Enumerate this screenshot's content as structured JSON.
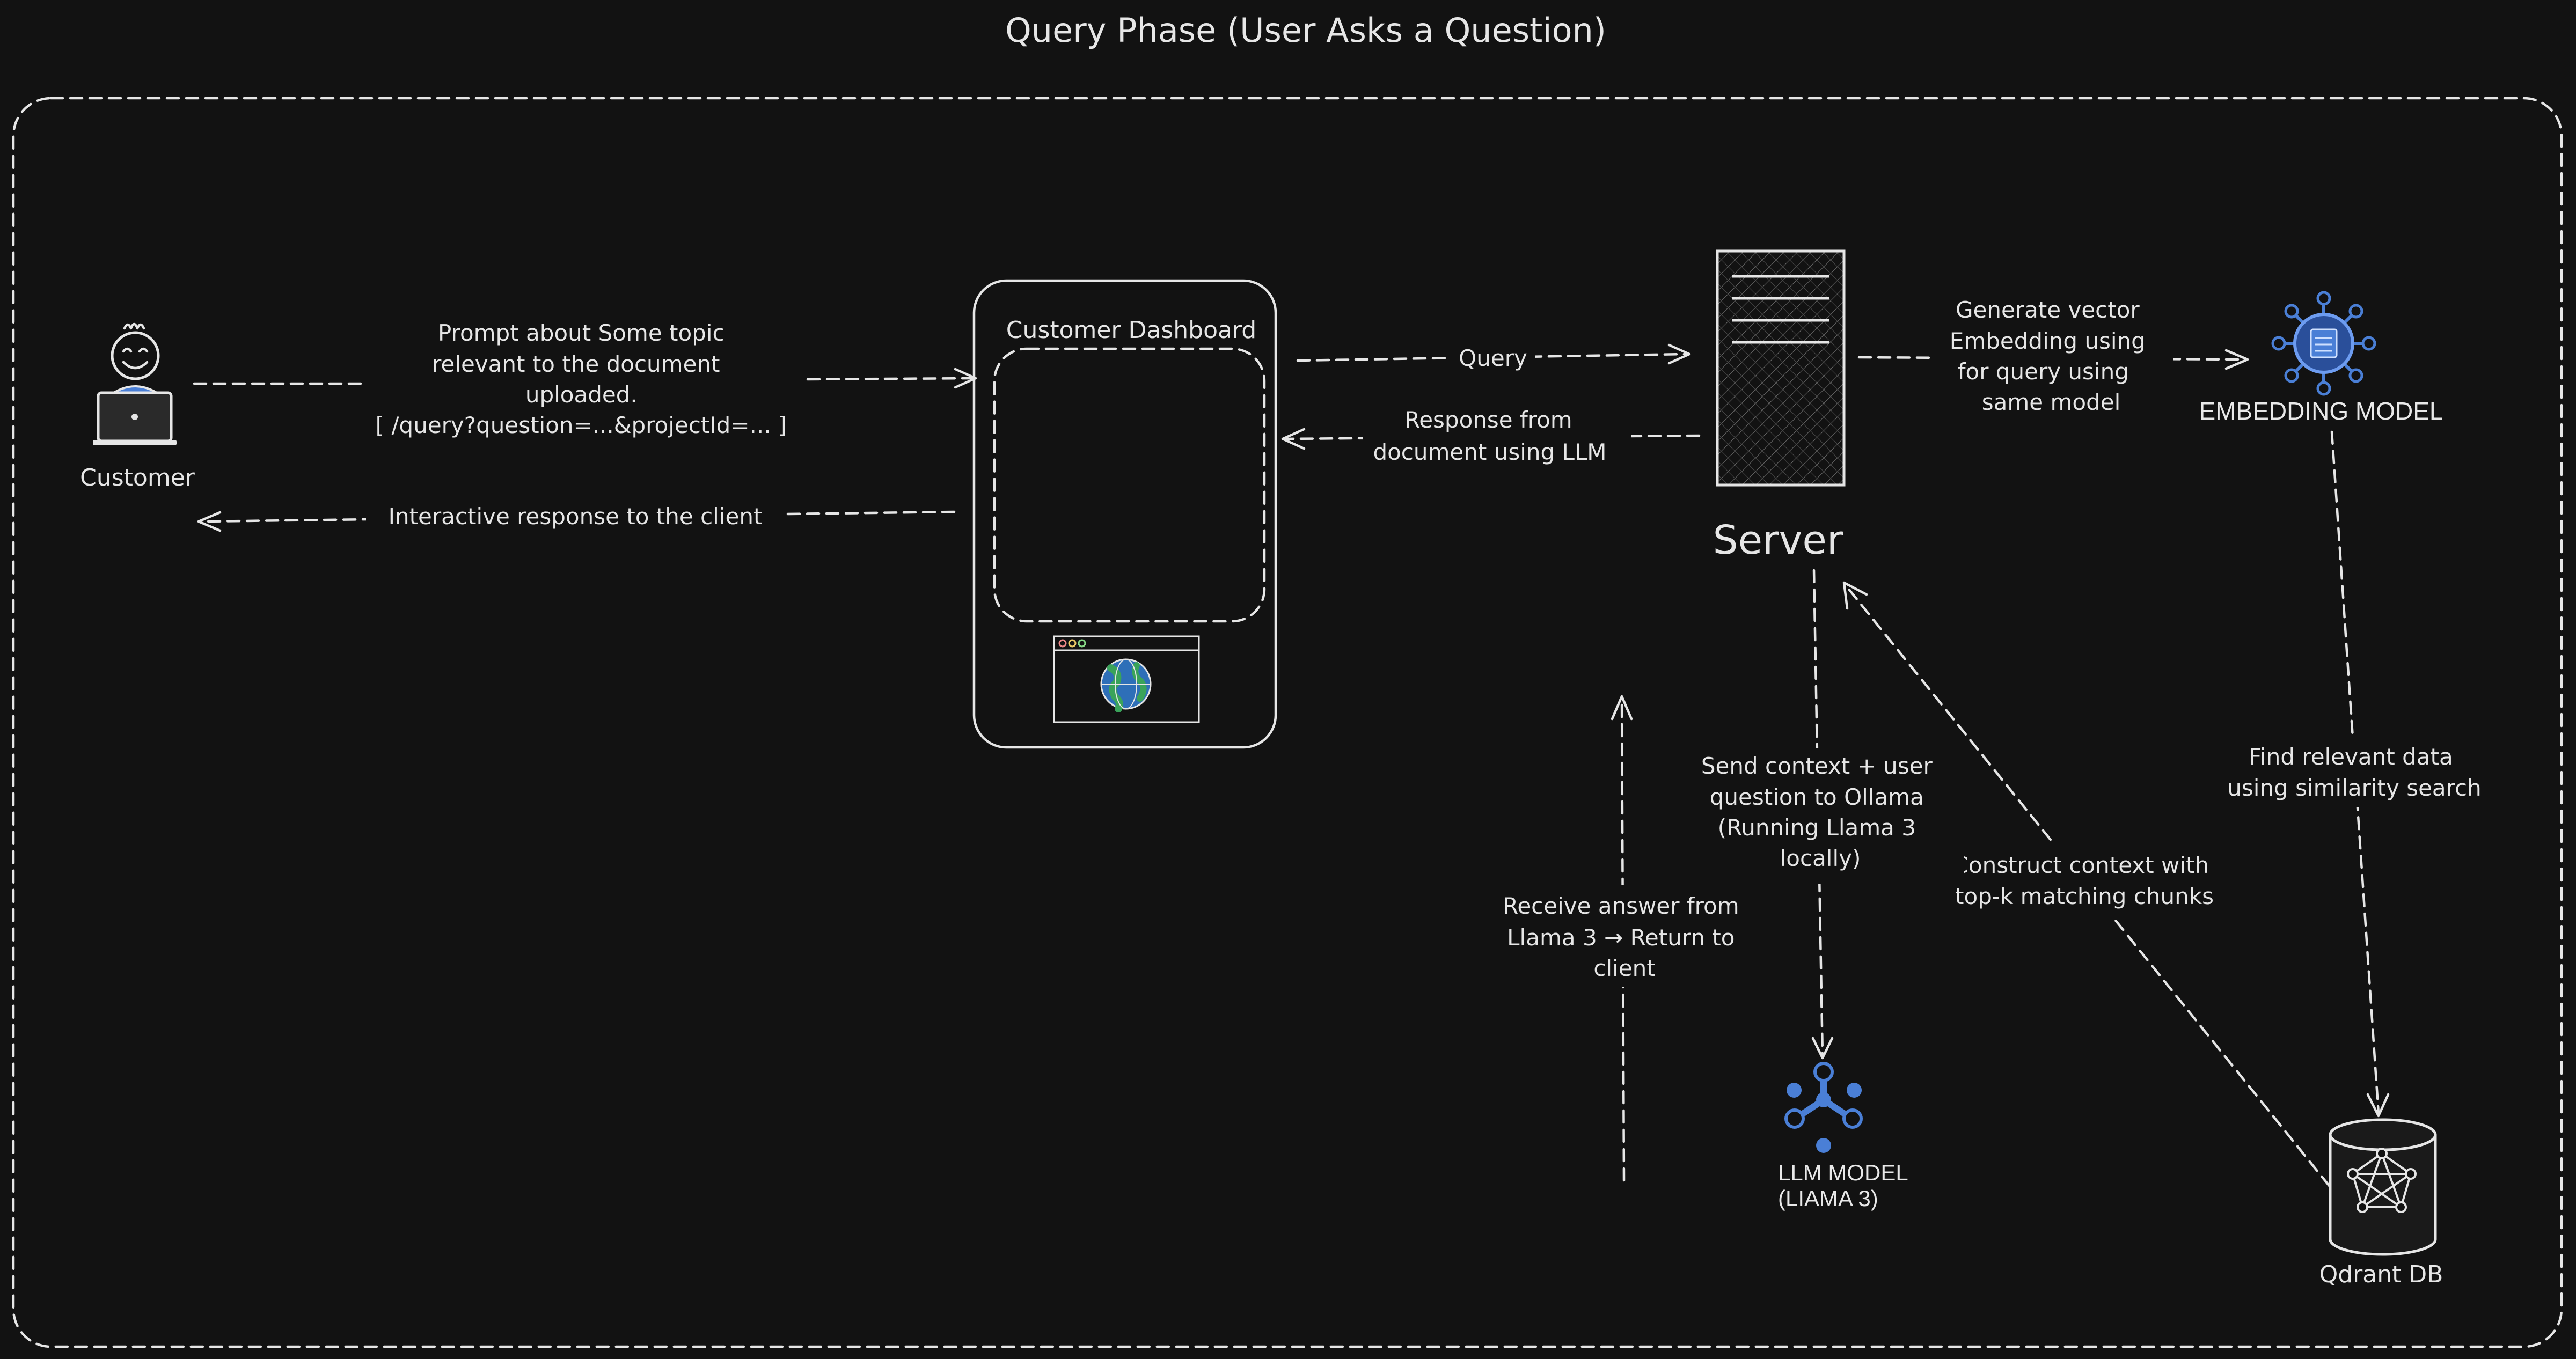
{
  "title": "Query Phase (User Asks a Question)",
  "nodes": {
    "customer": "Customer",
    "dashboard": "Customer Dashboard",
    "server": "Server",
    "embedding_model": "EMBEDDING MODEL",
    "llm_model_line1": "LLM MODEL",
    "llm_model_line2": "(LIAMA 3)",
    "qdrant": "Qdrant DB"
  },
  "edges": {
    "prompt": [
      "Prompt about Some topic",
      "relevant to the document",
      "uploaded.",
      "[ /query?question=...&projectId=... ]"
    ],
    "interactive": "Interactive response to the client",
    "query": "Query",
    "response": [
      "Response from",
      "document using LLM"
    ],
    "embedding": [
      "Generate vector",
      "Embedding using",
      "for query using",
      "same model"
    ],
    "similarity": [
      "Find relevant data",
      "using similarity search"
    ],
    "context": [
      "Construct context with",
      "top-k matching chunks"
    ],
    "send_ollama": [
      "Send context + user",
      "question to Ollama",
      "(Running Llama 3",
      "locally)"
    ],
    "receive": [
      "Receive answer from",
      "Llama 3 → Return to",
      "client"
    ]
  },
  "colors": {
    "background": "#121212",
    "stroke": "#e6e6e6",
    "accent_blue": "#4a7fd6",
    "globe_green": "#2e8b57"
  }
}
